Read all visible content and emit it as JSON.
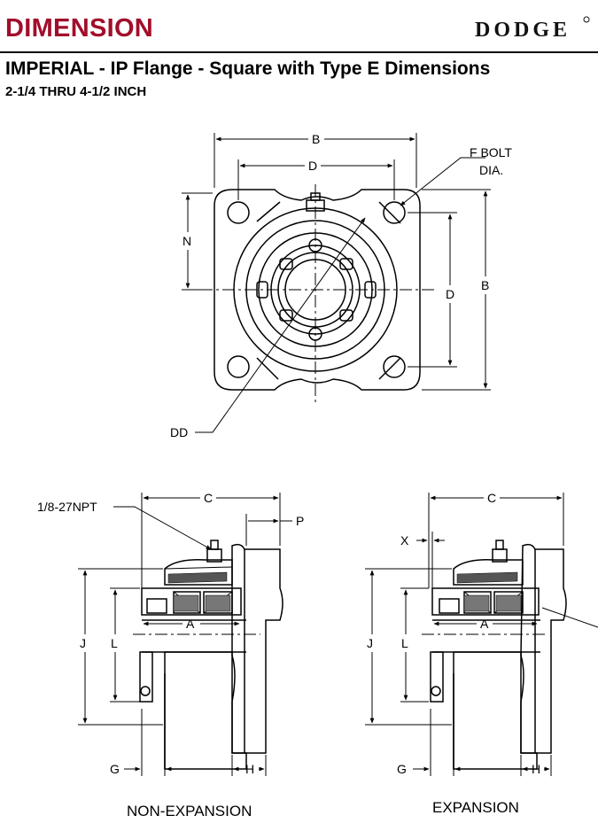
{
  "header": {
    "page_title": "DIMENSION",
    "brand": "DODGE",
    "heading": "IMPERIAL - IP Flange - Square with Type E Dimensions",
    "subheading": "2-1/4 THRU 4-1/2 INCH"
  },
  "front_view": {
    "label_b_top": "B",
    "label_d_top": "D",
    "label_f_bolt_1": "F BOLT",
    "label_f_bolt_2": "DIA.",
    "label_n": "N",
    "label_d_right": "D",
    "label_b_right": "B",
    "label_dd": "DD"
  },
  "side_view_non_expansion": {
    "label_npt": "1/8-27NPT",
    "label_c": "C",
    "label_p": "P",
    "label_j": "J",
    "label_l": "L",
    "label_a": "A",
    "label_g": "G",
    "label_h": "H",
    "caption": "NON-EXPANSION"
  },
  "side_view_expansion": {
    "label_c": "C",
    "label_x": "X",
    "label_j": "J",
    "label_l": "L",
    "label_a": "A",
    "label_g": "G",
    "label_h": "H",
    "caption": "EXPANSION"
  },
  "colors": {
    "title": "#a10e2b",
    "ink": "#000000",
    "logo": "#111111"
  }
}
